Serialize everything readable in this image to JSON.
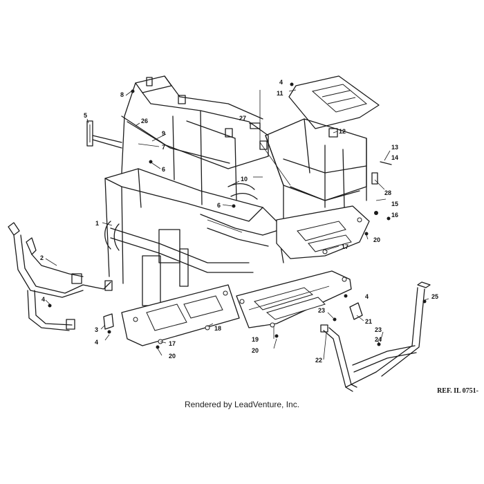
{
  "reference_code": "REF. IL 0751-",
  "footer_text": "Rendered by LeadVenture, Inc.",
  "callouts": [
    {
      "id": "c1",
      "label": "1"
    },
    {
      "id": "c2",
      "label": "2"
    },
    {
      "id": "c3",
      "label": "3"
    },
    {
      "id": "c4a",
      "label": "4"
    },
    {
      "id": "c4b",
      "label": "4"
    },
    {
      "id": "c4c",
      "label": "4"
    },
    {
      "id": "c4d",
      "label": "4"
    },
    {
      "id": "c5",
      "label": "5"
    },
    {
      "id": "c6a",
      "label": "6"
    },
    {
      "id": "c6b",
      "label": "6"
    },
    {
      "id": "c7",
      "label": "7"
    },
    {
      "id": "c8",
      "label": "8"
    },
    {
      "id": "c9",
      "label": "9"
    },
    {
      "id": "c10",
      "label": "10"
    },
    {
      "id": "c11",
      "label": "11"
    },
    {
      "id": "c12",
      "label": "12"
    },
    {
      "id": "c13",
      "label": "13"
    },
    {
      "id": "c14",
      "label": "14"
    },
    {
      "id": "c15",
      "label": "15"
    },
    {
      "id": "c16",
      "label": "16"
    },
    {
      "id": "c17a",
      "label": "17"
    },
    {
      "id": "c17b",
      "label": "17"
    },
    {
      "id": "c18",
      "label": "18"
    },
    {
      "id": "c19",
      "label": "19"
    },
    {
      "id": "c20a",
      "label": "20"
    },
    {
      "id": "c20b",
      "label": "20"
    },
    {
      "id": "c20c",
      "label": "20"
    },
    {
      "id": "c21",
      "label": "21"
    },
    {
      "id": "c22",
      "label": "22"
    },
    {
      "id": "c23a",
      "label": "23"
    },
    {
      "id": "c23b",
      "label": "23"
    },
    {
      "id": "c24",
      "label": "24"
    },
    {
      "id": "c25",
      "label": "25"
    },
    {
      "id": "c26",
      "label": "26"
    },
    {
      "id": "c27",
      "label": "27"
    },
    {
      "id": "c28",
      "label": "28"
    }
  ]
}
